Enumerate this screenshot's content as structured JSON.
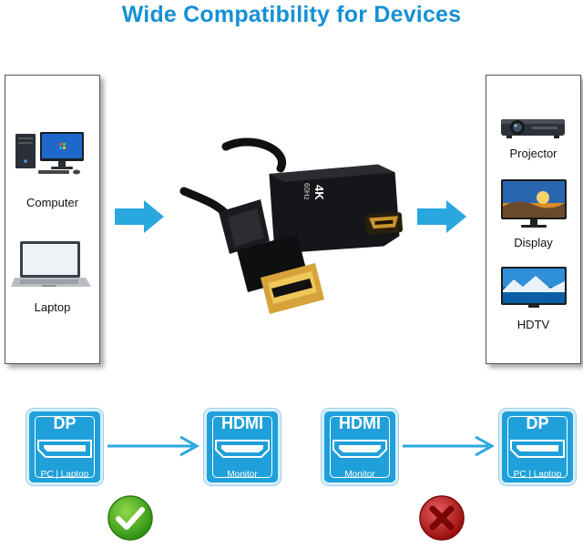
{
  "title": "Wide Compatibility for Devices",
  "left_devices": [
    {
      "label": "Computer",
      "icon": "computer-icon"
    },
    {
      "label": "Laptop",
      "icon": "laptop-icon"
    }
  ],
  "right_devices": [
    {
      "label": "Projector",
      "icon": "projector-icon"
    },
    {
      "label": "Display",
      "icon": "display-icon"
    },
    {
      "label": "HDTV",
      "icon": "hdtv-icon"
    }
  ],
  "adapter": {
    "marking_main": "4K",
    "marking_sub": "60Hz"
  },
  "flows": [
    {
      "from": {
        "title": "DP",
        "sub": "PC | Laptop"
      },
      "to": {
        "title": "HDMI",
        "sub": "Monitor"
      },
      "status": "check-icon"
    },
    {
      "from": {
        "title": "HDMI",
        "sub": "Monitor"
      },
      "to": {
        "title": "DP",
        "sub": "PC | Laptop"
      },
      "status": "cross-icon"
    }
  ],
  "colors": {
    "accent": "#1590d4",
    "box": "#1fa0da",
    "arrow": "#29a8e0",
    "ok": "#4caf22",
    "bad": "#c41818"
  }
}
